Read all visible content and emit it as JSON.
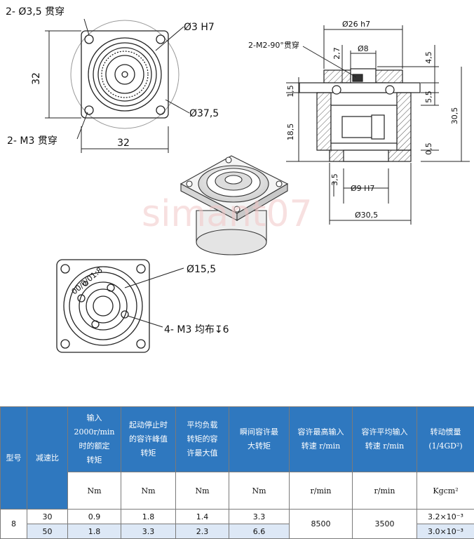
{
  "drawing": {
    "labels": {
      "holes_35": "2- Ø3,5 贯穿",
      "dim_32_v": "32",
      "dim_32_h": "32",
      "bore_3h7": "Ø3 H7",
      "od_375": "Ø37,5",
      "m3_through": "2- M3 贯穿",
      "od_26h7": "Ø26 h7",
      "m2_setscrew": "2-M2-90°贯穿",
      "d8": "Ø8",
      "d27": "2,7",
      "d45": "4,5",
      "d15": "1,5",
      "d55": "5,5",
      "d305v": "30,5",
      "d185": "18,5",
      "d05": "0,5",
      "d35": "3,5",
      "d9h7": "Ø9 H7",
      "d305h": "Ø30,5",
      "od_155": "Ø15,5",
      "m3_pattern": "4- M3 均布↧6",
      "flange_mark": "00/0/01:8",
      "watermark": "simant07"
    }
  },
  "table": {
    "headers": [
      "型号",
      "减速比",
      "输入\n2000r/min\n时的额定\n转矩",
      "起动停止时\n的容许峰值\n转矩",
      "平均负载\n转矩的容\n许最大值",
      "瞬间容许最\n大转矩",
      "容许最高输入\n转速 r/min",
      "容许平均输入\n转速 r/min",
      "转动惯量\n(1/4GD²)"
    ],
    "units": [
      "Nm",
      "Nm",
      "Nm",
      "Nm",
      "r/min",
      "r/min",
      "Kgcm²"
    ],
    "model": "8",
    "rows": [
      {
        "ratio": "30",
        "rated": "0.9",
        "peak": "1.8",
        "avg": "1.4",
        "instant": "3.3",
        "inertia": "3.2×10⁻³"
      },
      {
        "ratio": "50",
        "rated": "1.8",
        "peak": "3.3",
        "avg": "2.3",
        "instant": "6.6",
        "inertia": "3.0×10⁻³"
      }
    ],
    "max_input": "8500",
    "avg_input": "3500"
  }
}
